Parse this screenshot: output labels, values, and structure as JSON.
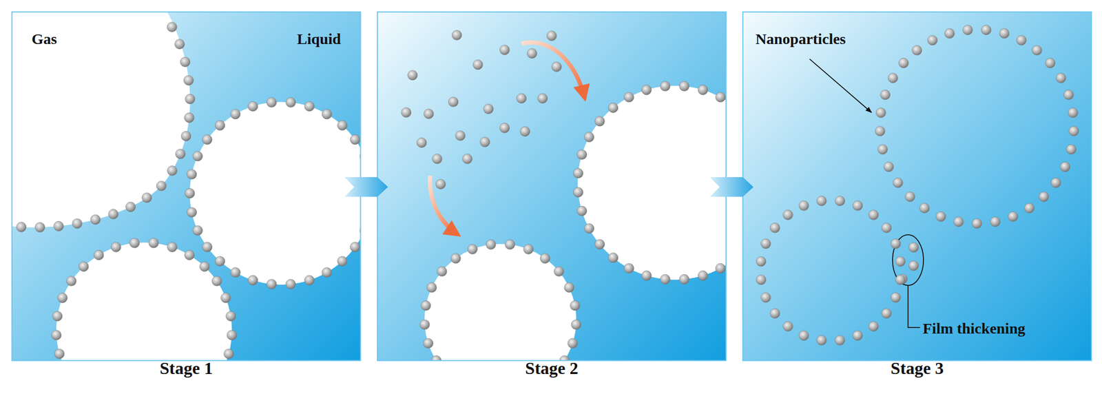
{
  "diagram": {
    "labels": [
      "Gas",
      "Liquid",
      "Stage 1",
      "Stage 2",
      "Nanoparticles",
      "Film thickening",
      "Stage 3"
    ]
  }
}
